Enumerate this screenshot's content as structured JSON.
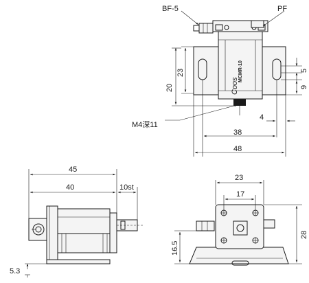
{
  "callouts": {
    "fitting_left": "BF-5",
    "fitting_right": "PF",
    "tapped_hole": "M4深11"
  },
  "body_marking": {
    "brand": "Coos",
    "model": "MCMR-10"
  },
  "top_view_dims": {
    "height_total": "20",
    "height_inner": "23",
    "slot_upper": "5",
    "slot_lower": "9",
    "edge_offset": "4",
    "hole_pitch": "38",
    "width_total": "48"
  },
  "side_view_dims": {
    "overall_length": "45",
    "body_length": "40",
    "stroke": "10st",
    "bottom_offset": "5.3"
  },
  "end_view_dims": {
    "flange_width": "23",
    "hole_pitch": "17",
    "overall_height": "28",
    "mount_height": "16.5"
  }
}
